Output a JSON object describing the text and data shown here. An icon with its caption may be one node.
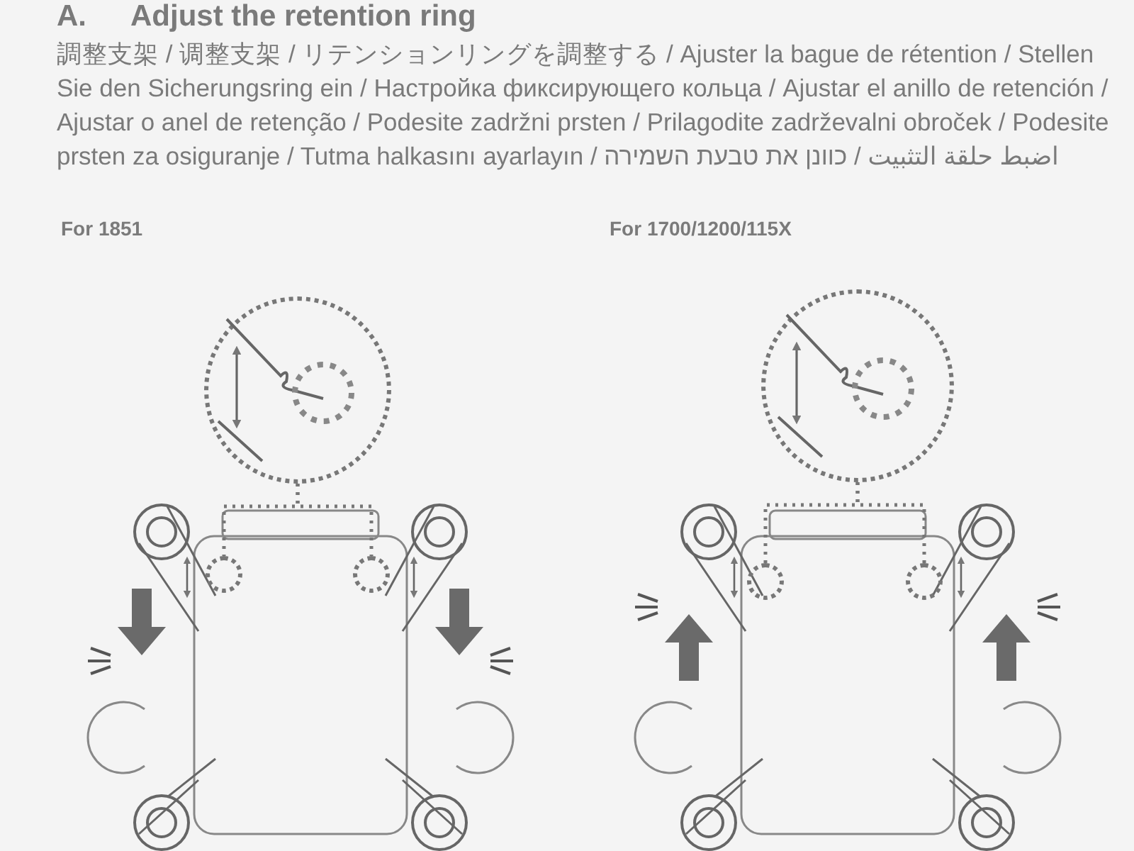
{
  "diagram": {
    "title": "Adjust the retention ring",
    "nodes": [
      {
        "text": [],
        "shape": "circle"
      },
      {
        "text": [],
        "shape": "circle"
      },
      {
        "text": [],
        "shape": "circle"
      },
      {
        "text": [],
        "shape": "circle"
      },
      {
        "text": [],
        "shape": "circle"
      },
      {
        "text": [],
        "shape": "circle"
      }
    ],
    "edges": [
      {
        "from": 0,
        "to": 1,
        "arrow": "none"
      },
      {
        "from": 0,
        "to": 2,
        "arrow": "none"
      },
      {
        "from": 3,
        "to": 4,
        "arrow": "none"
      },
      {
        "from": 3,
        "to": 5,
        "arrow": "none"
      }
    ],
    "labels": [
      "A.",
      "調整支架 / 调整支架 / リテンションリングを調整する / Ajuster la bague de rétention / Stellen Sie den Sicherungsring ein / Настройка фиксирующего кольца / Ajustar el anillo de retención / Ajustar o anel de retenção / Podesite zadržni prsten / Prilagodite zadrževalni obroček / Podesite prsten za osiguranje / Tutma halkasını ayarlayın / اضبط حلقة التثبيت / כוונן את טבעת השמירה",
      "For 1851",
      "For 1700/1200/115X"
    ]
  }
}
